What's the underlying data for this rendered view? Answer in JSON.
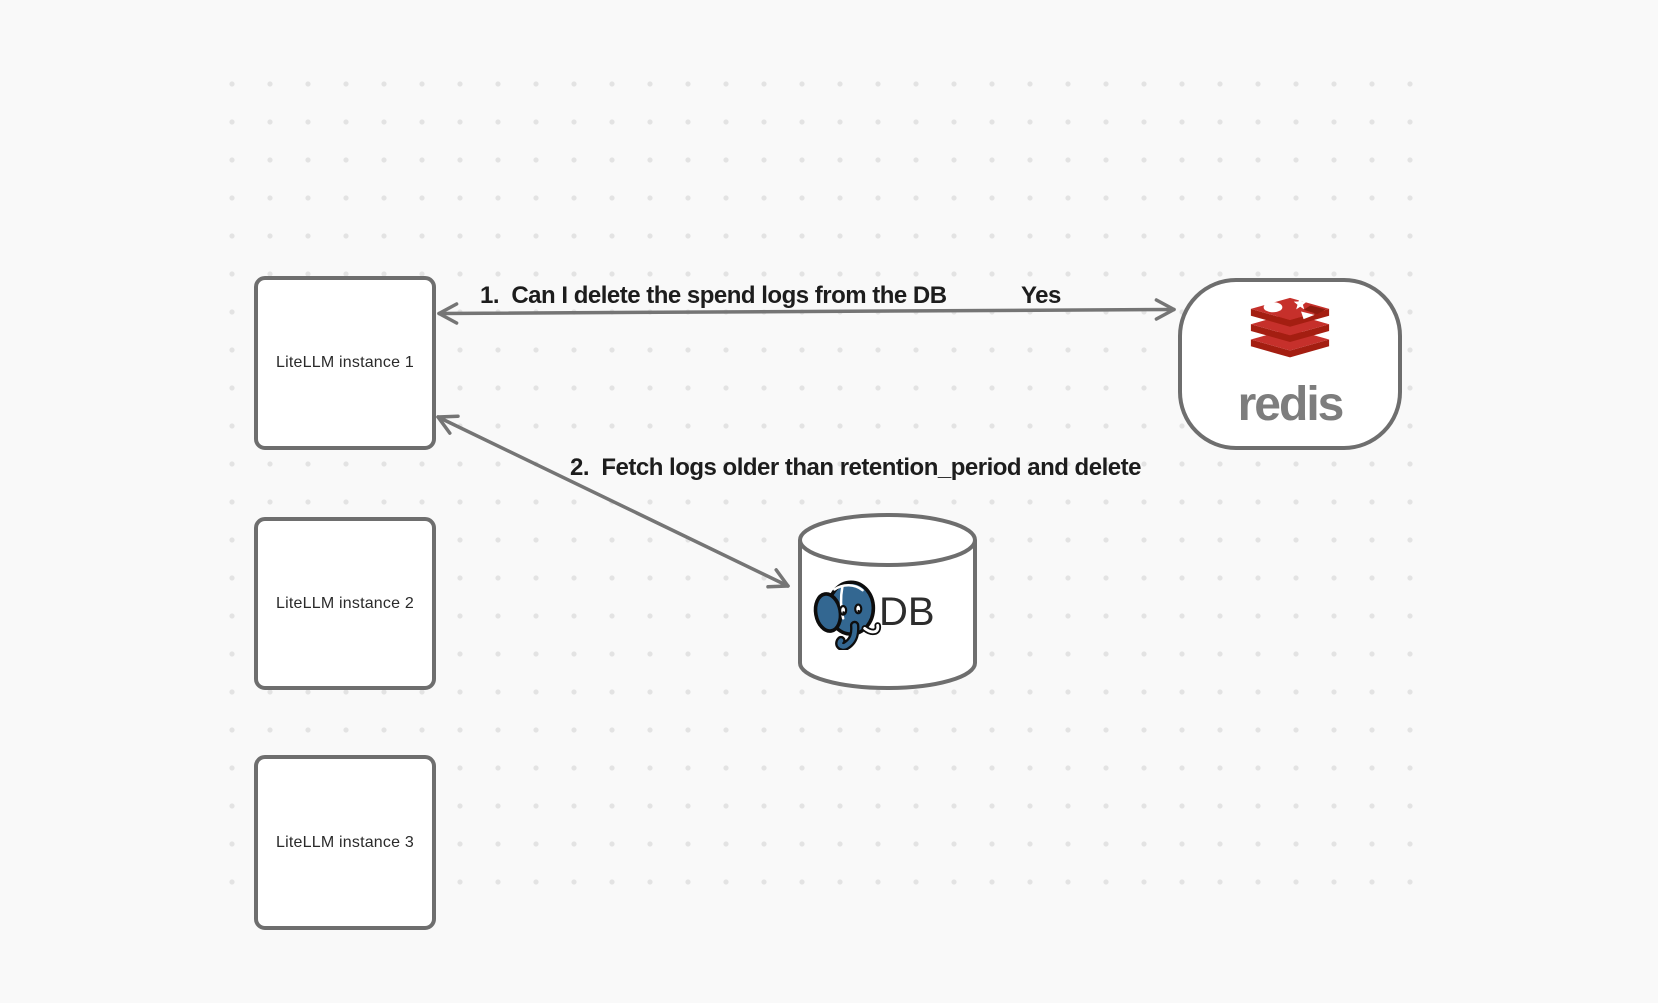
{
  "canvas": {
    "background": "#f9f9f9",
    "grid": "dotted"
  },
  "nodes": {
    "instances": [
      {
        "label": "LiteLLM instance 1"
      },
      {
        "label": "LiteLLM instance 2"
      },
      {
        "label": "LiteLLM instance 3"
      }
    ],
    "redis": {
      "wordmark": "redis"
    },
    "db": {
      "label": "DB"
    }
  },
  "arrows": [
    {
      "label": "1.  Can I delete the spend logs from the DB",
      "response": "Yes",
      "double_headed": true
    },
    {
      "label": "2.  Fetch logs older than retention_period and delete",
      "double_headed": true
    }
  ],
  "colors": {
    "canvas-bg": "#f9f9f9",
    "dot": "#e3e3e3",
    "shape-stroke": "#6e6e6e",
    "shape-fill": "#ffffff",
    "arrow-stroke": "#757575",
    "label-text": "#1d1d1d",
    "node-text": "#2a2a2a",
    "redis-red": "#c6302b",
    "redis-dark-red": "#a41e11",
    "redis-gray": "#7d7d7d",
    "postgres-blue": "#336791",
    "db-text": "#2d2d2d"
  }
}
